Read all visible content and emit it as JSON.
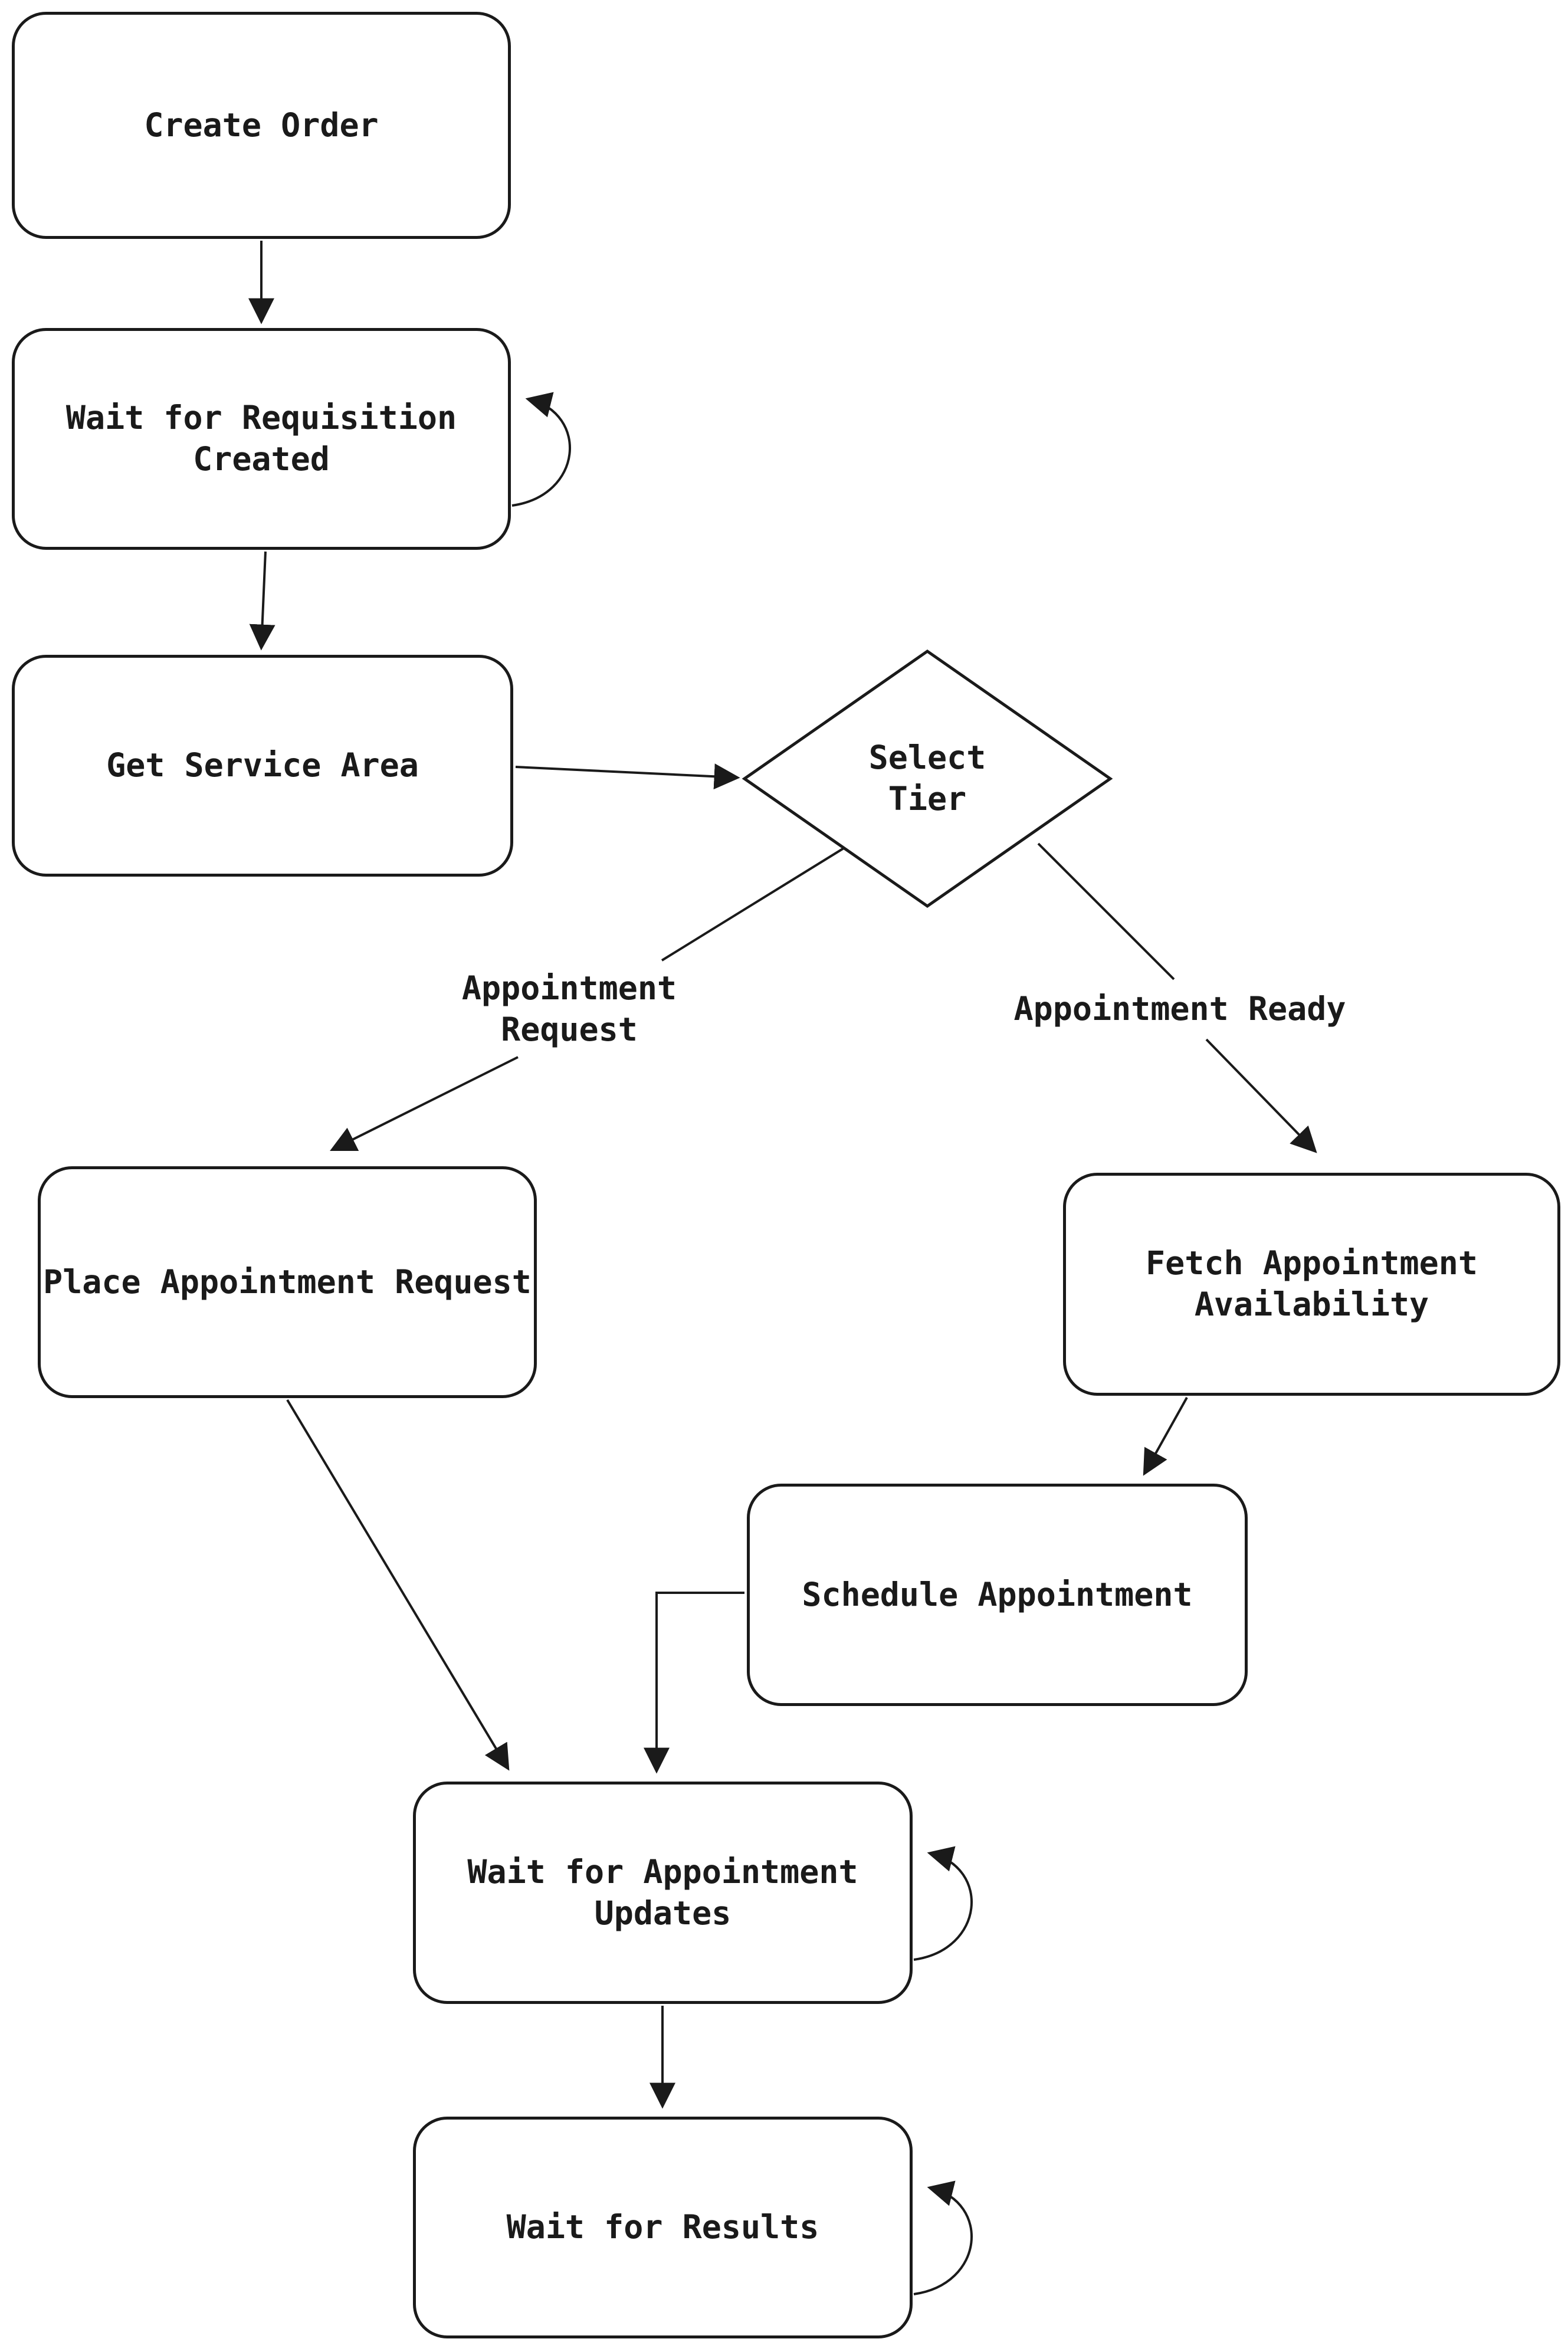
{
  "diagram": {
    "type": "flowchart",
    "background_color": "#ffffff",
    "stroke_color": "#1a1a1a",
    "text_color": "#1a1a1a",
    "nodes": {
      "create_order": {
        "shape": "rounded-rect",
        "label": "Create Order"
      },
      "wait_requisition_created": {
        "shape": "rounded-rect",
        "label": "Wait for Requisition\nCreated"
      },
      "get_service_area": {
        "shape": "rounded-rect",
        "label": "Get Service Area"
      },
      "select_tier": {
        "shape": "diamond",
        "label": "Select\nTier"
      },
      "place_appointment_request": {
        "shape": "rounded-rect",
        "label": "Place Appointment Request"
      },
      "fetch_appointment_availability": {
        "shape": "rounded-rect",
        "label": "Fetch Appointment\nAvailability"
      },
      "schedule_appointment": {
        "shape": "rounded-rect",
        "label": "Schedule Appointment"
      },
      "wait_appointment_updates": {
        "shape": "rounded-rect",
        "label": "Wait for Appointment\nUpdates"
      },
      "wait_results": {
        "shape": "rounded-rect",
        "label": "Wait for Results"
      }
    },
    "edge_labels": {
      "appointment_request": {
        "label": "Appointment\nRequest"
      },
      "appointment_ready": {
        "label": "Appointment Ready"
      }
    },
    "edges": [
      {
        "from": "create_order",
        "to": "wait_requisition_created",
        "label": ""
      },
      {
        "from": "wait_requisition_created",
        "to": "wait_requisition_created",
        "label": "",
        "self_loop": true
      },
      {
        "from": "wait_requisition_created",
        "to": "get_service_area",
        "label": ""
      },
      {
        "from": "get_service_area",
        "to": "select_tier",
        "label": ""
      },
      {
        "from": "select_tier",
        "to": "place_appointment_request",
        "label": "Appointment\nRequest"
      },
      {
        "from": "select_tier",
        "to": "fetch_appointment_availability",
        "label": "Appointment Ready"
      },
      {
        "from": "fetch_appointment_availability",
        "to": "schedule_appointment",
        "label": ""
      },
      {
        "from": "place_appointment_request",
        "to": "wait_appointment_updates",
        "label": ""
      },
      {
        "from": "schedule_appointment",
        "to": "wait_appointment_updates",
        "label": ""
      },
      {
        "from": "wait_appointment_updates",
        "to": "wait_appointment_updates",
        "label": "",
        "self_loop": true
      },
      {
        "from": "wait_appointment_updates",
        "to": "wait_results",
        "label": ""
      },
      {
        "from": "wait_results",
        "to": "wait_results",
        "label": "",
        "self_loop": true
      }
    ]
  }
}
